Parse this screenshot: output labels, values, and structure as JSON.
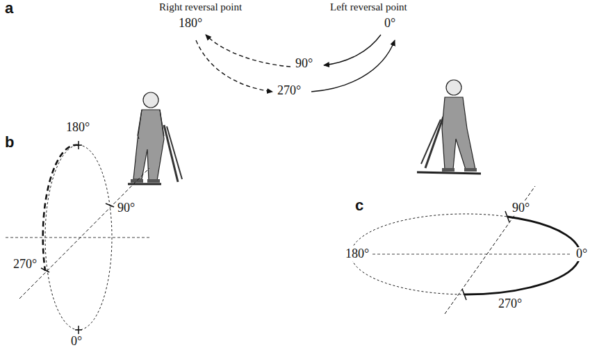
{
  "diagram": {
    "labels": [
      "a",
      "Right reversal point",
      "Left reversal point",
      "180°",
      "0°",
      "90°",
      "270°",
      "b",
      "180°",
      "90°",
      "270°",
      "0°",
      "c",
      "90°",
      "180°",
      "0°",
      "270°"
    ]
  }
}
